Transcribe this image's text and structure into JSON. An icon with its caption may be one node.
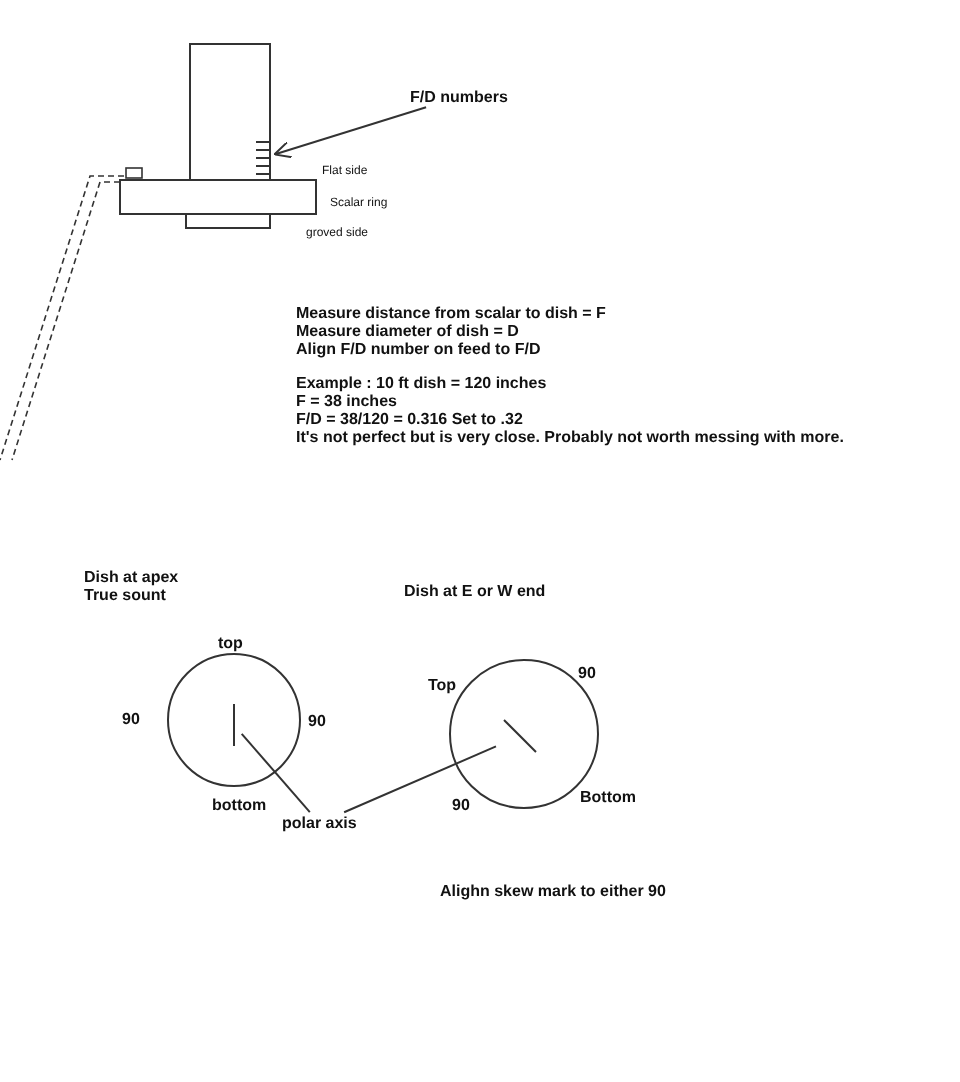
{
  "diagram": {
    "nodes": [
      {
        "text": [
          "F/D numbers"
        ]
      },
      {
        "text": [],
        "shape": "scale"
      },
      {
        "text": [
          "polar axis"
        ]
      },
      {
        "text": [],
        "shape": "line"
      },
      {
        "text": [],
        "shape": "line"
      }
    ],
    "edges": [
      {
        "from": 0,
        "to": 1,
        "arrow": "to"
      },
      {
        "from": 2,
        "to": 3,
        "arrow": "none"
      },
      {
        "from": 2,
        "to": 4,
        "arrow": "none"
      }
    ],
    "labels": [
      "Flat side",
      "Scalar ring",
      "groved side",
      "Measure distance from scalar to dish  = F",
      "Measure diameter of dish = D",
      "Align F/D number on feed to F/D",
      "Example : 10 ft dish = 120 inches",
      "F = 38 inches",
      "F/D = 38/120 = 0.316  Set to .32",
      "It's not perfect but is very close. Probably not worth messing with more.",
      "Dish at apex",
      "True sount",
      "Dish at E or W end",
      "top",
      "90",
      "90",
      "bottom",
      "Top",
      "90",
      "90",
      "Bottom",
      "Alighn skew mark to either 90"
    ]
  }
}
